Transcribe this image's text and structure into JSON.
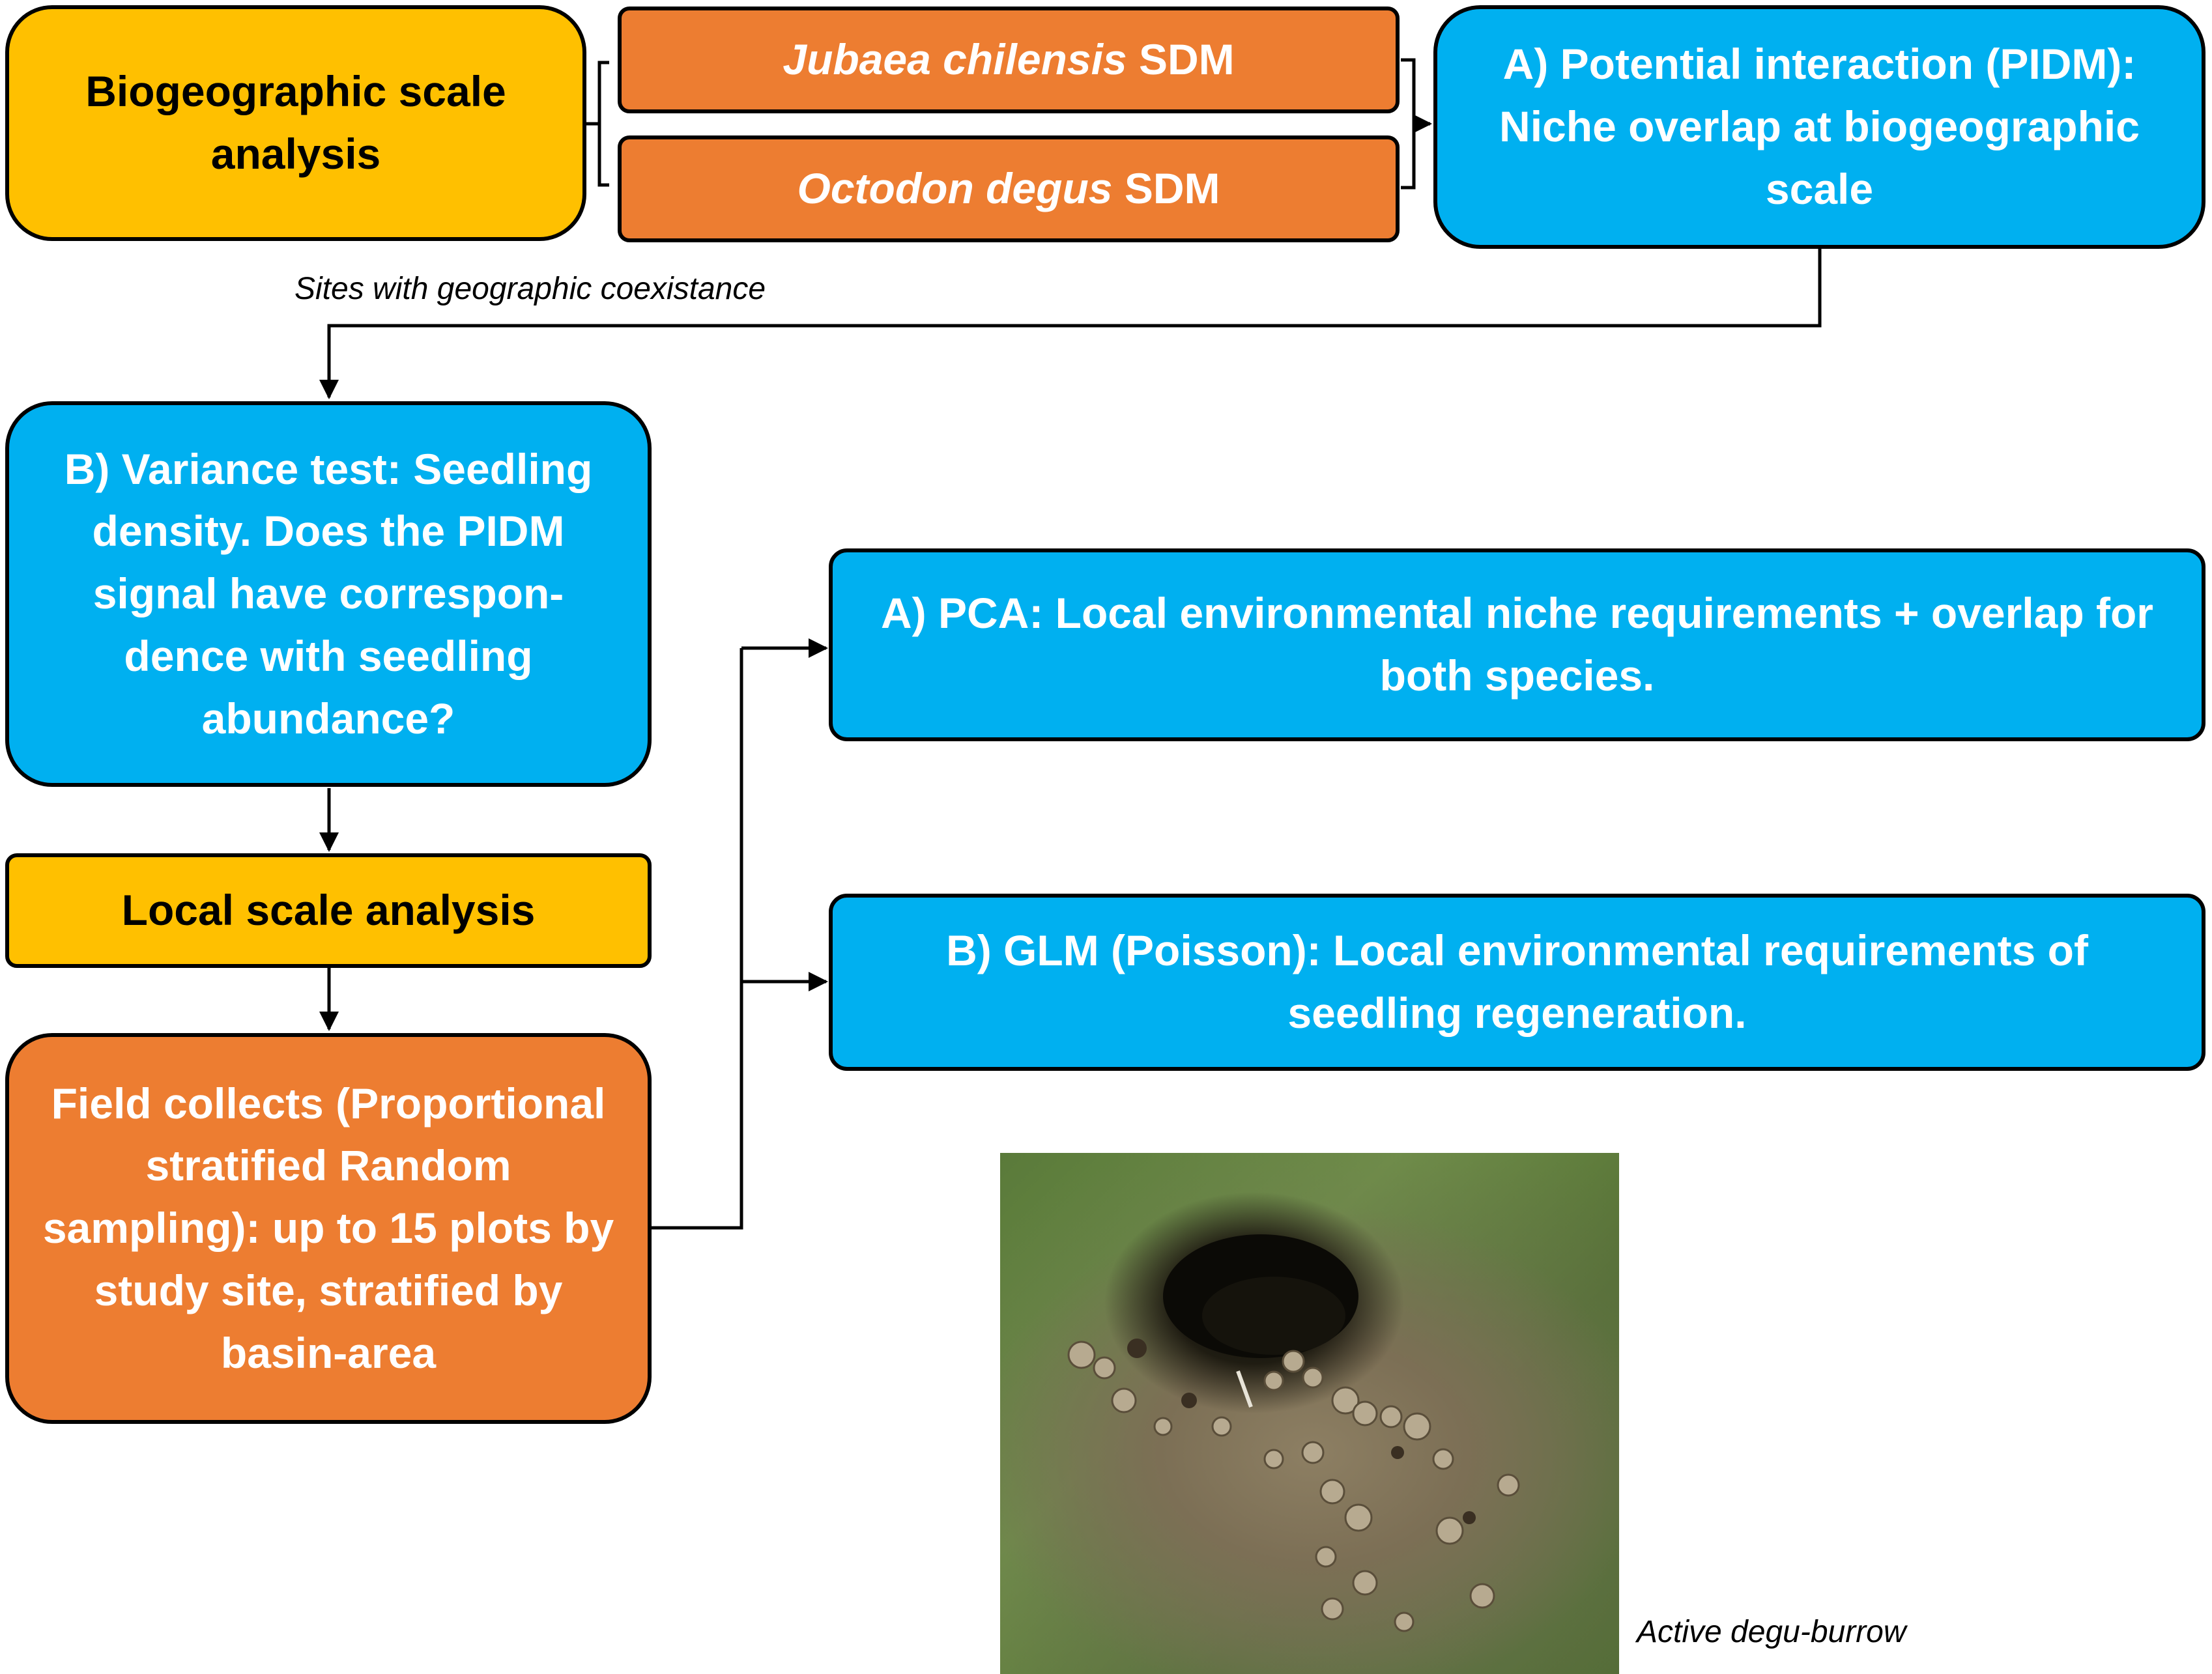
{
  "boxes": {
    "biogeo": "Biogeographic scale analysis",
    "jubaea_species": "Jubaea chilensis",
    "jubaea_suffix": " SDM",
    "octodon_species": "Octodon degus",
    "octodon_suffix": " SDM",
    "pidm": "A) Potential interaction (PIDM): Niche overlap at biogeographic scale",
    "variance": "B) Variance test: Seedling density. Does the PIDM signal have correspon-dence with seedling abundance?",
    "local": "Local scale analysis",
    "field": "Field collects (Proportional stratified Random sampling): up to 15 plots by study site, stratified by basin-area",
    "pca": "A) PCA: Local environmental niche requirements + overlap for both species.",
    "glm": "B) GLM (Poisson): Local environmental requirements of seedling regeneration."
  },
  "labels": {
    "coexistence": "Sites with geographic coexistance",
    "burrow_caption": "Active degu-burrow"
  },
  "colors": {
    "yellow": "#FFC000",
    "orange": "#ED7D31",
    "blue": "#00B0F0"
  }
}
